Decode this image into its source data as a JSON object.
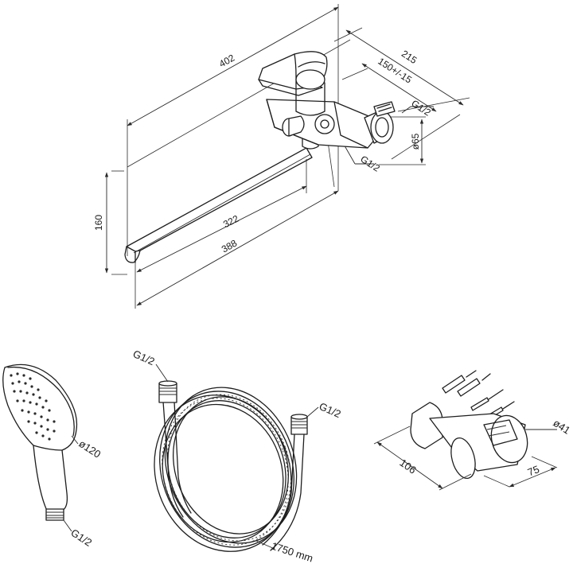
{
  "faucet": {
    "dims": {
      "d402": "402",
      "d215": "215",
      "d150": "150+/-15",
      "d160": "160",
      "d322": "322",
      "d388": "388"
    },
    "labels": {
      "connector_thread": "G1/2",
      "outlet_thread": "G1/2",
      "flange_diameter": "ø65"
    }
  },
  "shower_head": {
    "diameter": "ø120",
    "thread": "G1/2"
  },
  "hose": {
    "thread_top": "G1/2",
    "thread_right": "G1/2",
    "length": "1750 mm"
  },
  "holder": {
    "d106": "106",
    "d75": "75",
    "diameter": "ø41"
  }
}
